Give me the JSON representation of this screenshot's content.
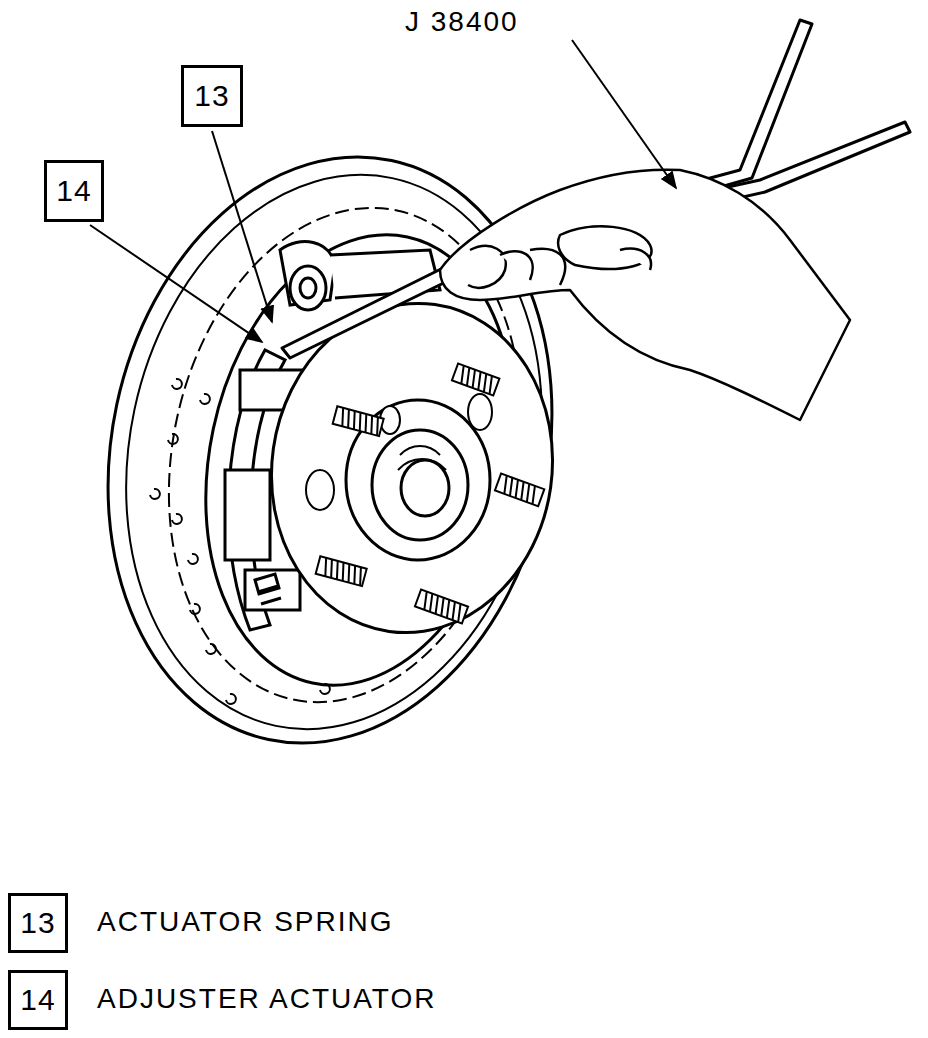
{
  "diagram": {
    "nodes": [
      {
        "text": [
          "13"
        ]
      },
      {
        "text": [
          "14"
        ]
      },
      {
        "text": [
          "13"
        ]
      },
      {
        "text": [
          "14"
        ]
      }
    ],
    "labels": [
      "J 38400",
      "ACTUATOR SPRING",
      "ADJUSTER ACTUATOR"
    ]
  }
}
